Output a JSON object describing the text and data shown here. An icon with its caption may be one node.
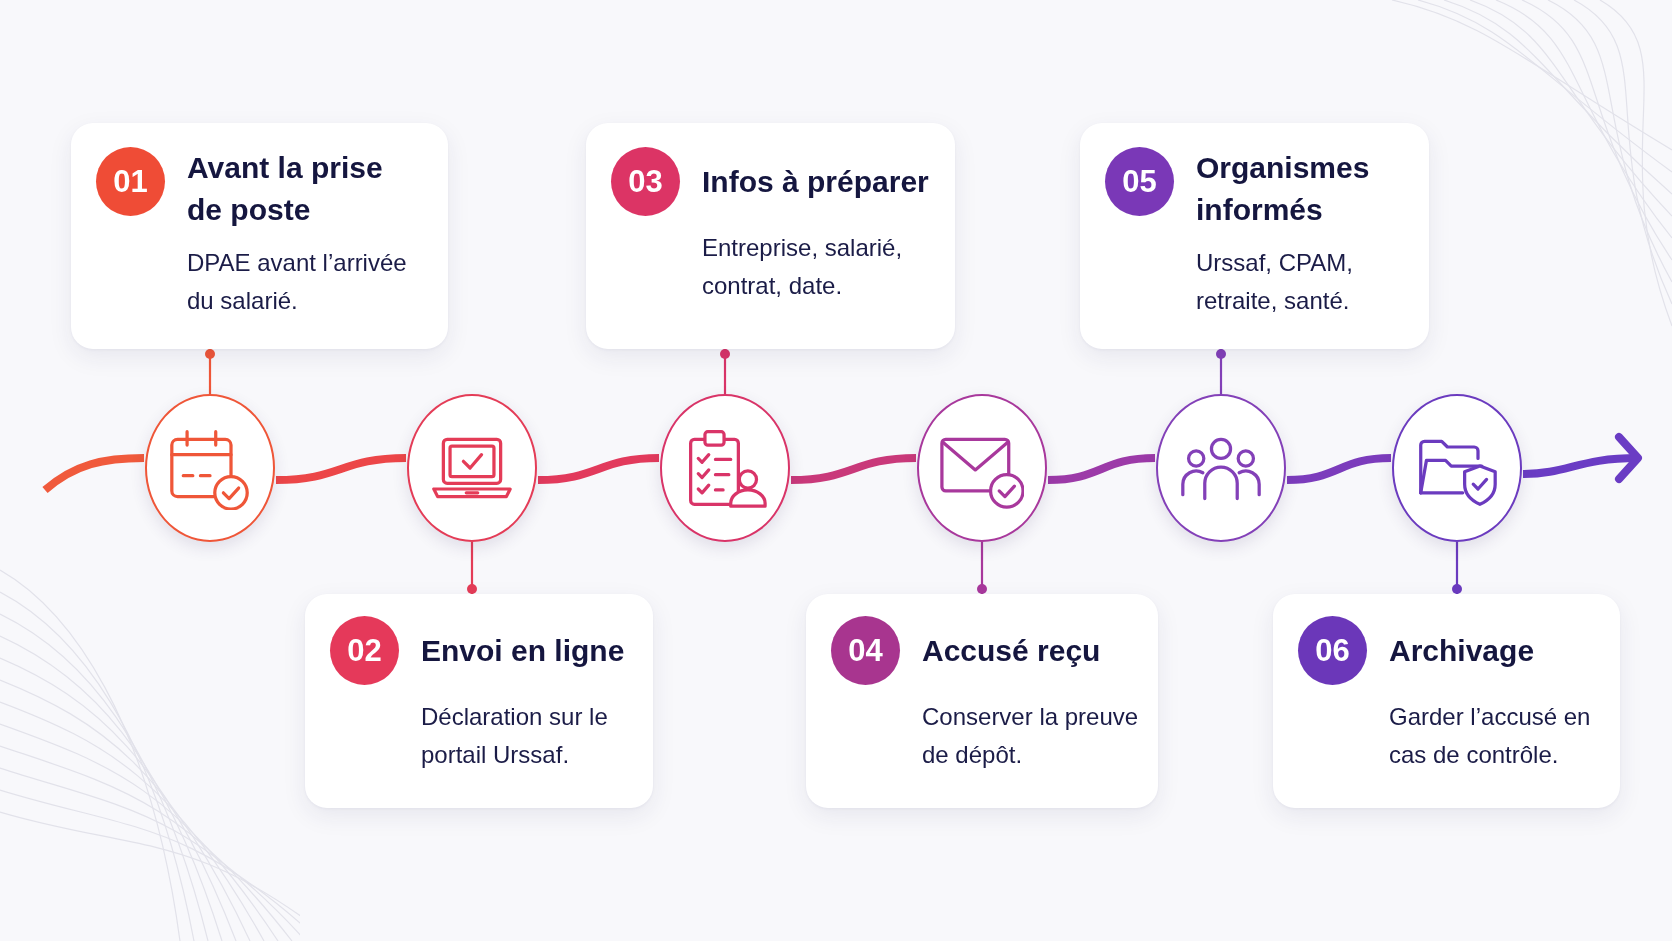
{
  "diagram": {
    "nodes": [
      {
        "text": [
          "Avant la prise de poste",
          "DPAE avant l’arrivée du salarié."
        ]
      },
      {
        "text": [
          "01"
        ],
        "in": 0
      },
      {
        "text": [
          "Envoi en ligne",
          "Déclaration sur le portail Urssaf."
        ]
      },
      {
        "text": [
          "02"
        ],
        "in": 2
      },
      {
        "text": [
          "Infos à préparer",
          "Entreprise, salarié, contrat, date."
        ]
      },
      {
        "text": [
          "03"
        ],
        "in": 4
      },
      {
        "text": [
          "Accusé reçu",
          "Conserver la preuve de dépôt."
        ]
      },
      {
        "text": [
          "04"
        ],
        "in": 6
      },
      {
        "text": [
          "Organismes informés",
          "Urssaf, CPAM, retraite, santé."
        ]
      },
      {
        "text": [
          "05"
        ],
        "in": 8
      },
      {
        "text": [
          "Archivage",
          "Garder l’accusé en cas de contrôle."
        ]
      },
      {
        "text": [
          "06"
        ],
        "in": 10
      },
      {
        "text": [],
        "shape": "circle"
      },
      {
        "text": [],
        "shape": "circle"
      },
      {
        "text": [],
        "shape": "circle"
      },
      {
        "text": [],
        "shape": "circle"
      },
      {
        "text": [],
        "shape": "circle"
      },
      {
        "text": [],
        "shape": "circle"
      }
    ],
    "edges": [
      {
        "from": null,
        "to": 12,
        "arrow": "none",
        "color": "#f05a3c"
      },
      {
        "from": 12,
        "to": 13,
        "arrow": "none",
        "color": "#ec4648"
      },
      {
        "from": 13,
        "to": 14,
        "arrow": "none",
        "color": "#e23a5c"
      },
      {
        "from": 14,
        "to": 15,
        "arrow": "none",
        "color": "#c9397a"
      },
      {
        "from": 15,
        "to": 16,
        "arrow": "none",
        "color": "#9c3aa8"
      },
      {
        "from": 16,
        "to": 17,
        "arrow": "none",
        "color": "#7c3cbc"
      },
      {
        "from": 17,
        "to": null,
        "arrow": "to",
        "color": "#6a3cc4"
      },
      {
        "from": 12,
        "to": 0,
        "arrow": "other",
        "color": "#ef5638"
      },
      {
        "from": 13,
        "to": 2,
        "arrow": "other",
        "color": "#e43c57"
      },
      {
        "from": 14,
        "to": 4,
        "arrow": "other",
        "color": "#d93468"
      },
      {
        "from": 15,
        "to": 6,
        "arrow": "other",
        "color": "#a8389c"
      },
      {
        "from": 16,
        "to": 8,
        "arrow": "other",
        "color": "#8340b8"
      },
      {
        "from": 17,
        "to": 10,
        "arrow": "other",
        "color": "#6b3bbf"
      }
    ]
  }
}
